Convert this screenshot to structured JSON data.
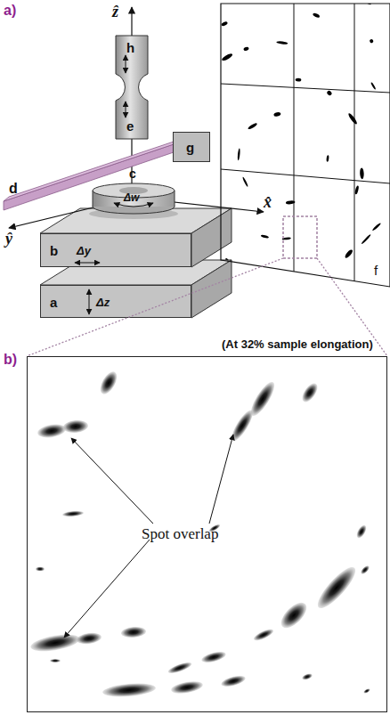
{
  "diagram": {
    "nodes": [
      {
        "text": [
          "h",
          "e"
        ]
      },
      {
        "text": [
          "g"
        ]
      },
      {
        "text": [
          "c",
          "Δw"
        ]
      },
      {
        "text": [
          "b",
          "Δy"
        ]
      },
      {
        "text": [
          "a",
          "Δz"
        ]
      },
      {
        "text": [
          "f"
        ]
      },
      {
        "text": [
          "(At 32% sample elongation)",
          "Spot overlap"
        ]
      }
    ],
    "labels": [
      "a)",
      "ẑ",
      "d",
      "ŷ",
      "x̂",
      "b)"
    ]
  }
}
